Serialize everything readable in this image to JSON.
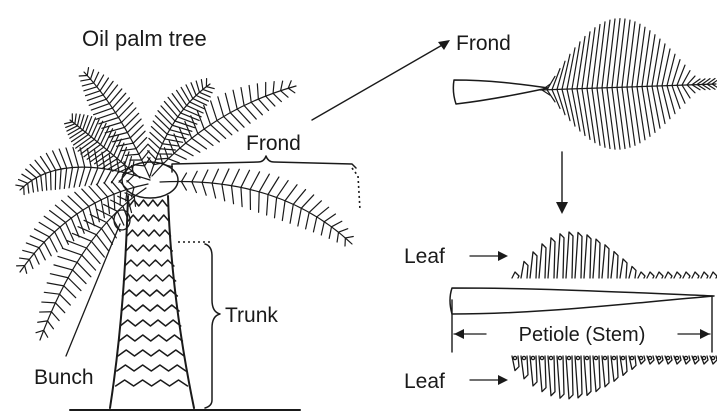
{
  "labels": {
    "title": "Oil palm tree",
    "frond_tree": "Frond",
    "trunk": "Trunk",
    "bunch": "Bunch",
    "frond_detail": "Frond",
    "leaf_top": "Leaf",
    "petiole": "Petiole (Stem)",
    "leaf_bottom": "Leaf"
  },
  "colors": {
    "ink": "#1a1a1a",
    "background": "#ffffff"
  }
}
